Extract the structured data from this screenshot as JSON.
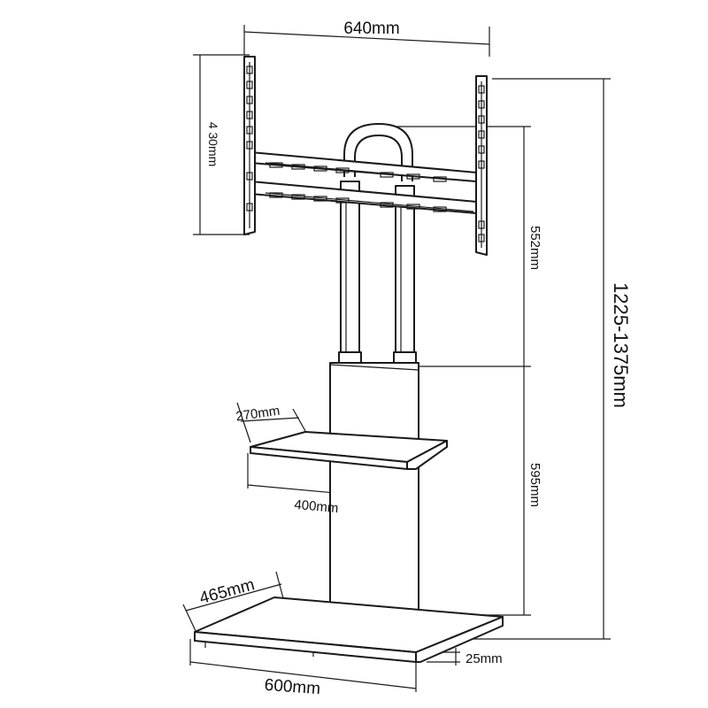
{
  "labels": {
    "width_top": "640mm",
    "vesa_height": "4 30mm",
    "height_upper": "552mm",
    "height_total": "1225-1375mm",
    "height_lower": "595mm",
    "shelf_depth": "270mm",
    "shelf_width": "400mm",
    "base_depth": "465mm",
    "base_width": "600mm",
    "base_thickness": "25mm"
  },
  "colors": {
    "line": "#1a1a1a",
    "background": "#ffffff"
  }
}
